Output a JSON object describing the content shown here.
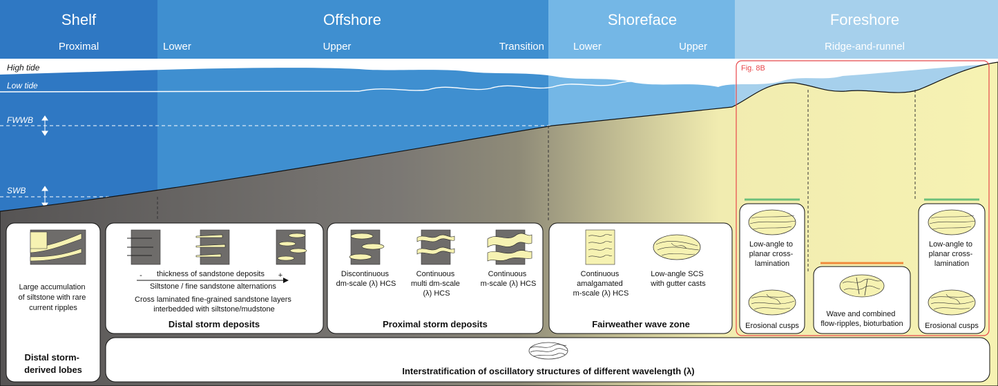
{
  "zones": {
    "shelf": "Shelf",
    "offshore": "Offshore",
    "shoreface": "Shoreface",
    "foreshore": "Foreshore"
  },
  "subzones": {
    "proximal": "Proximal",
    "offshore_lower": "Lower",
    "offshore_upper": "Upper",
    "transition": "Transition",
    "shoreface_lower": "Lower",
    "shoreface_upper": "Upper",
    "ridge_runnel": "Ridge-and-runnel"
  },
  "levels": {
    "high_tide": "High tide",
    "low_tide": "Low tide",
    "fwwb": "FWWB",
    "swb": "SWB"
  },
  "fig_label": "Fig. 8B",
  "cards": {
    "distal_lobes": {
      "desc": [
        "Large accumulation",
        "of siltstone with rare",
        "current ripples"
      ],
      "title": [
        "Distal storm-",
        "derived lobes"
      ]
    },
    "distal_storm": {
      "minus": "-",
      "plus": "+",
      "arrow_label": "thickness of sandstone deposits",
      "lines": [
        "Siltstone / fine sandstone alternations",
        "Cross laminated fine-grained sandstone layers",
        "interbedded with siltstone/mudstone"
      ],
      "title": "Distal storm deposits"
    },
    "proximal_storm": {
      "item1": [
        "Discontinuous",
        "dm-scale (λ) HCS"
      ],
      "item2": [
        "Continuous",
        "multi dm-scale",
        "(λ) HCS"
      ],
      "item3": [
        "Continuous",
        "m-scale (λ) HCS"
      ],
      "title": "Proximal storm deposits"
    },
    "fairweather": {
      "item1": [
        "Continuous",
        "amalgamated",
        "m-scale (λ) HCS"
      ],
      "item2": [
        "Low-angle SCS",
        "with gutter casts"
      ],
      "title": "Fairweather wave zone"
    },
    "fore_left": {
      "text": [
        "Low-angle to",
        "planar cross-",
        "lamination"
      ],
      "bottom": "Erosional cusps"
    },
    "fore_mid": {
      "text": [
        "Wave and combined",
        "flow-ripples, bioturbation"
      ]
    },
    "fore_right": {
      "text": [
        "Low-angle to",
        "planar cross-",
        "lamination"
      ],
      "bottom": "Erosional cusps"
    },
    "bottom_bar": {
      "title": "Interstratification of oscillatory structures of different wavelength (λ)"
    }
  },
  "colors": {
    "shelf": "#2f78c3",
    "offshore": "#3f8fd0",
    "shoreface": "#74b7e6",
    "foreshore": "#a6d0ec",
    "sand": "#f6f2b2",
    "mud": "#7a7876",
    "fig_box": "#e8474a",
    "green_bar": "#6cbf7a",
    "orange_bar": "#f08a3c"
  }
}
